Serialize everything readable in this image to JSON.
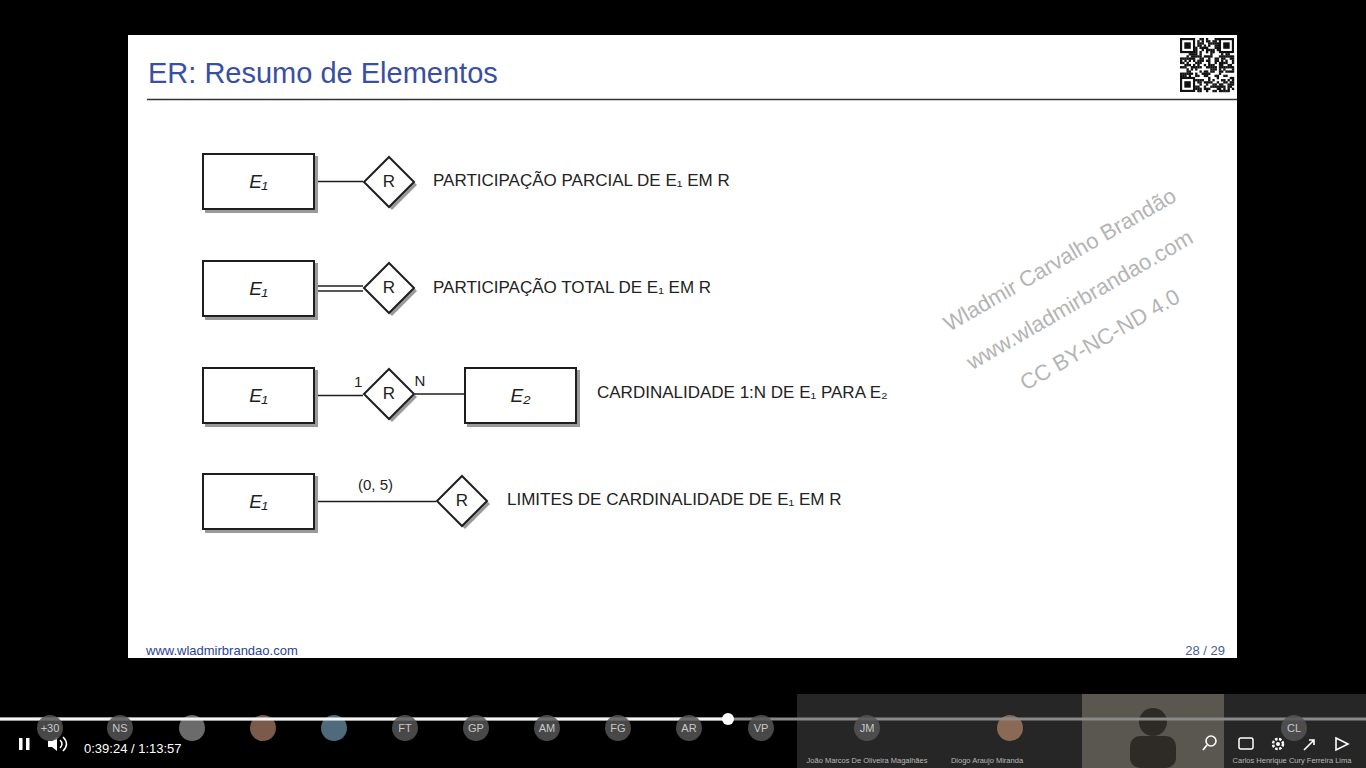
{
  "diagram": {
    "title": "ER: Resumo de Elementos",
    "nodes": [
      {
        "text": [
          "E₁"
        ]
      },
      {
        "text": [
          "R"
        ]
      },
      {
        "text": [
          "E₁"
        ]
      },
      {
        "text": [
          "R"
        ]
      },
      {
        "text": [
          "E₁"
        ]
      },
      {
        "text": [
          "R"
        ]
      },
      {
        "text": [
          "E₂"
        ]
      },
      {
        "text": [
          "E₁"
        ]
      },
      {
        "text": [
          "R"
        ]
      }
    ],
    "edges": [
      {
        "from": 0,
        "to": 1,
        "arrow": "none"
      },
      {
        "from": 2,
        "to": 3,
        "arrow": "none"
      },
      {
        "from": 4,
        "to": 5,
        "label": "1",
        "arrow": "none"
      },
      {
        "from": 5,
        "to": 6,
        "label": "N",
        "arrow": "none"
      },
      {
        "from": 7,
        "to": 8,
        "label": "(0, 5)",
        "arrow": "none"
      }
    ],
    "labels": [
      "PARTICIPAÇÃO PARCIAL DE E₁ EM R",
      "PARTICIPAÇÃO TOTAL DE E₁ EM R",
      "CARDINALIDADE 1:N DE E₁ PARA E₂",
      "LIMITES DE CARDINALIDADE DE E₁ EM R",
      "www.wladmirbrandao.com",
      "28 / 29",
      "Wladmir Carvalho Brandão",
      "www.wladmirbrandao.com",
      "CC BY-NC-ND 4.0",
      "0:39:24 / 1:13:57",
      "+30",
      "NS",
      "FT",
      "GP",
      "AM",
      "FG",
      "AR",
      "VP",
      "JM",
      "CL",
      "João Marcos De Oliveira Magalhães",
      "Diogo Araujo Miranda",
      "Carlos Henrique Cury Ferreira Lima"
    ]
  }
}
